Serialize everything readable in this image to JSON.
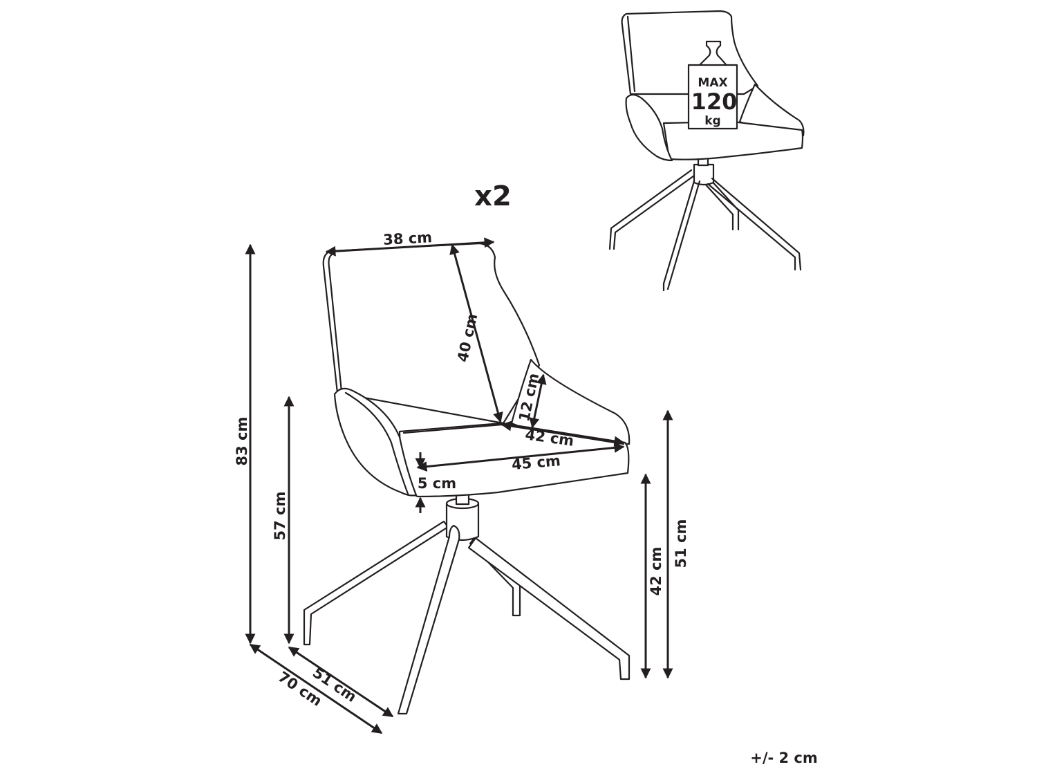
{
  "quantity": "x2",
  "tolerance": "+/- 2 cm",
  "max_load": {
    "top": "MAX",
    "value": "120",
    "unit": "kg"
  },
  "dimensions": {
    "total_height": "83 cm",
    "armrest_height": "57 cm",
    "seat_height": "42 cm",
    "max_seat_height": "51 cm",
    "depth_base": "51 cm",
    "depth_total": "70 cm",
    "back_width": "38 cm",
    "back_height": "40 cm",
    "armrest_above_seat": "12 cm",
    "seat_depth": "42 cm",
    "seat_width": "45 cm",
    "seat_thickness": "5 cm"
  }
}
